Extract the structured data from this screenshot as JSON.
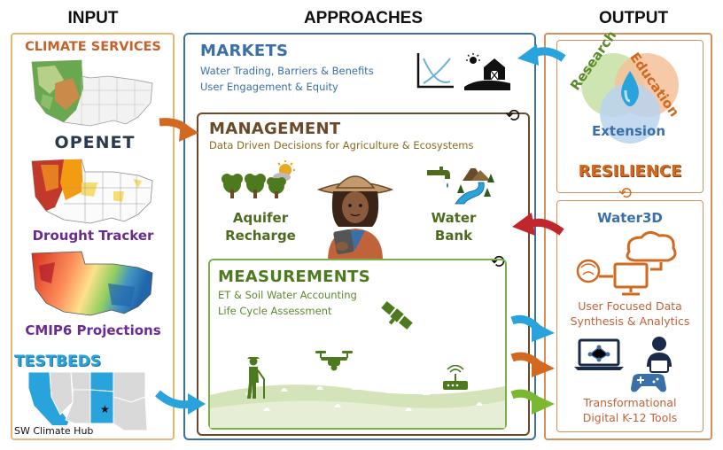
{
  "headers": {
    "input": "INPUT",
    "approaches": "APPROACHES",
    "output": "OUTPUT"
  },
  "input": {
    "climate_services": "CLIMATE SERVICES",
    "openet": "OPENET",
    "drought_tracker": "Drought Tracker",
    "cmip6": "CMIP6 Projections",
    "testbeds": "TESTBEDS",
    "sw_climate_hub": "SW Climate Hub"
  },
  "markets": {
    "title": "MARKETS",
    "line1": "Water Trading, Barriers & Benefits",
    "line2": "User Engagement & Equity"
  },
  "management": {
    "title": "MANAGEMENT",
    "subtitle": "Data Driven Decisions for Agriculture & Ecosystems",
    "aquifer_line1": "Aquifer",
    "aquifer_line2": "Recharge",
    "water_line1": "Water",
    "water_line2": "Bank"
  },
  "measurements": {
    "title": "MEASUREMENTS",
    "line1": "ET & Soil Water Accounting",
    "line2": "Life Cycle Assessment"
  },
  "output": {
    "research": "Research",
    "education": "Education",
    "extension": "Extension",
    "resilience": "RESILIENCE",
    "water3d": "Water3D",
    "synth_line1": "User Focused Data",
    "synth_line2": "Synthesis & Analytics",
    "k12_line1": "Transformational",
    "k12_line2": "Digital K-12 Tools"
  },
  "colors": {
    "orange": "#d2691e",
    "blue": "#3a6fa8",
    "green": "#5a8a2a",
    "brown": "#6b4a2a",
    "red": "#c0262c",
    "purple": "#6a2c91",
    "sky": "#29a3dc"
  }
}
